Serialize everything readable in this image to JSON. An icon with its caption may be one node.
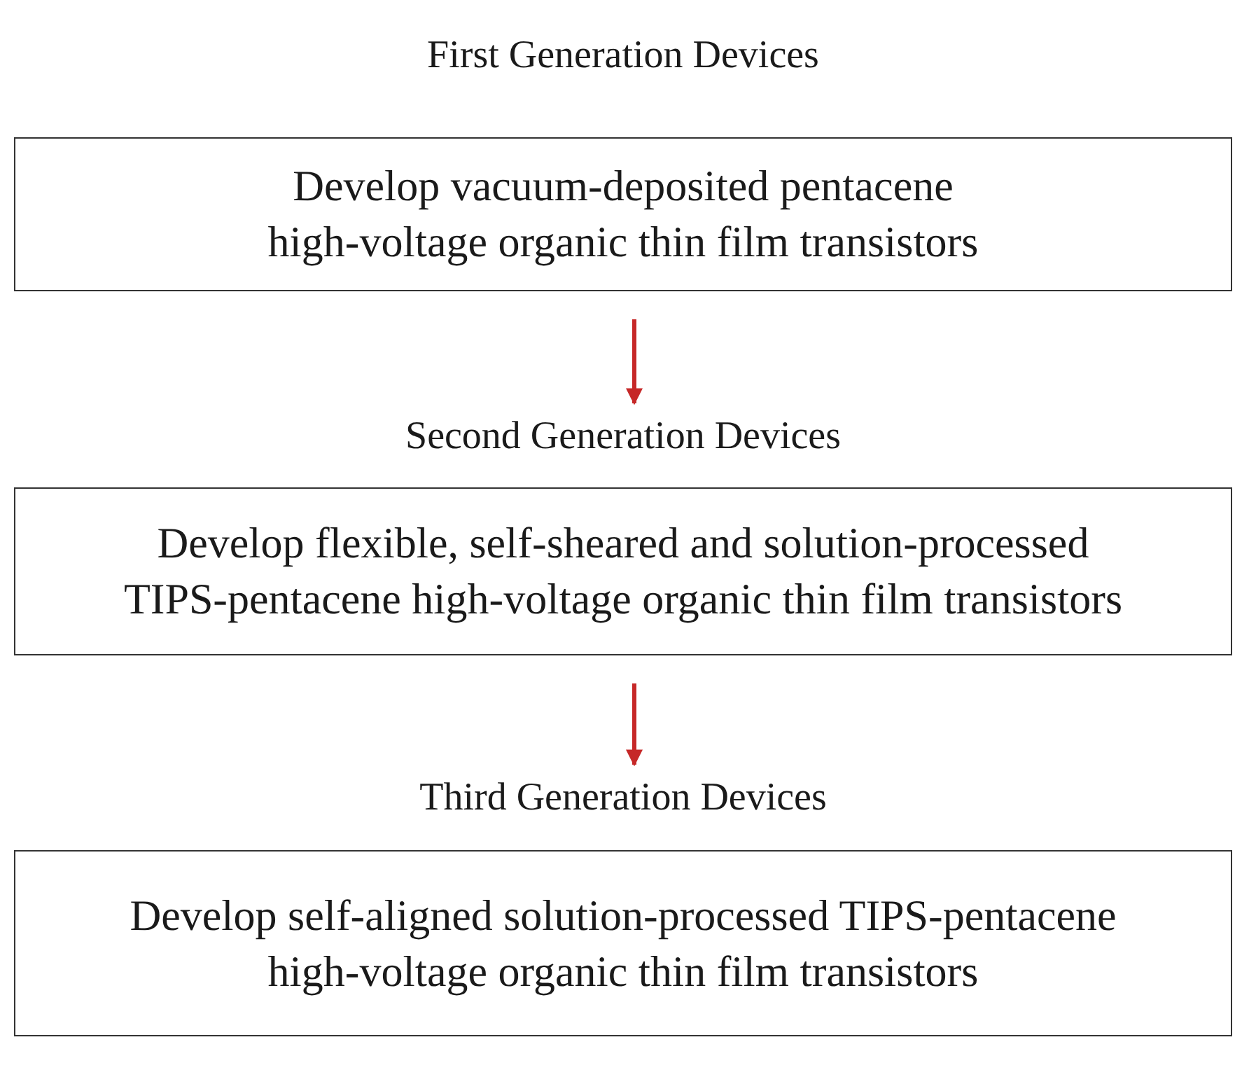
{
  "diagram": {
    "nodes": [
      {
        "text": [
          "First Generation Devices",
          "Develop vacuum-deposited pentacene high-voltage organic thin film transistors"
        ]
      },
      {
        "text": [
          "Second Generation Devices",
          "Develop flexible, self-sheared and solution-processed TIPS-pentacene high-voltage organic thin film transistors"
        ]
      },
      {
        "text": [
          "Third Generation Devices",
          "Develop self-aligned solution-processed TIPS-pentacene high-voltage organic thin film transistors"
        ]
      }
    ],
    "edges": [
      {
        "from": 0,
        "to": 1,
        "arrow": "to"
      },
      {
        "from": 1,
        "to": 2,
        "arrow": "to"
      }
    ]
  }
}
